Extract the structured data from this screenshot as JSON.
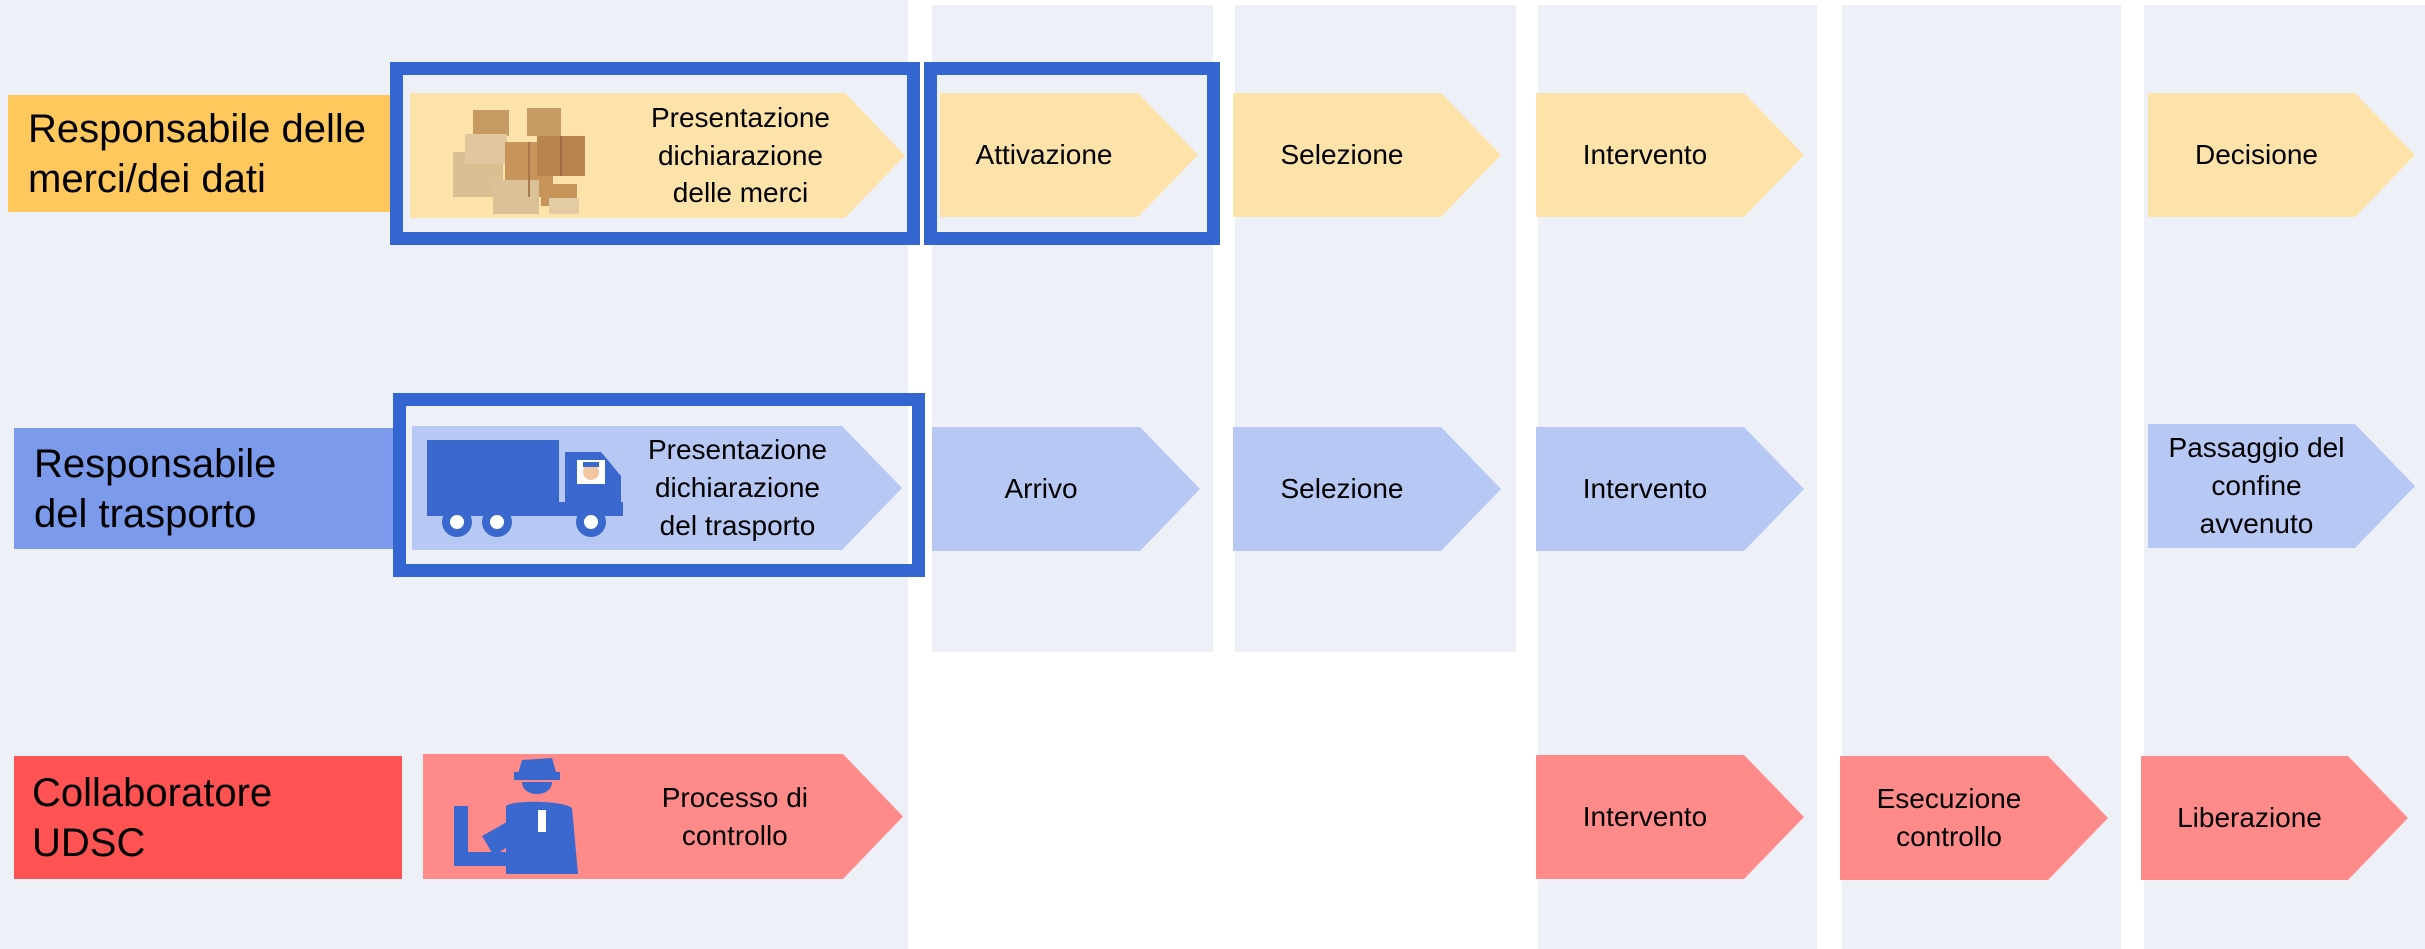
{
  "roles": {
    "goods": "Responsabile delle\nmerci/dei dati",
    "transport": "Responsabile\ndel trasporto",
    "customs": "Collaboratore\nUDSC"
  },
  "goods_row": {
    "declaration": "Presentazione\ndichiarazione\ndelle merci",
    "activation": "Attivazione",
    "selection": "Selezione",
    "intervention": "Intervento",
    "decision": "Decisione"
  },
  "transport_row": {
    "declaration": "Presentazione\ndichiarazione\ndel trasporto",
    "arrival": "Arrivo",
    "selection": "Selezione",
    "intervention": "Intervento",
    "border_passed": "Passaggio del\nconfine\navvenuto"
  },
  "customs_row": {
    "control_process": "Processo di\ncontrollo",
    "intervention": "Intervento",
    "control_execution": "Esecuzione\ncontrollo",
    "release": "Liberazione"
  },
  "colors": {
    "goods": "#ffc85c",
    "transport": "#7b9aeb",
    "customs": "#ff5252",
    "highlight": "#3366d1"
  },
  "icons": {
    "goods": "cardboard-boxes-icon",
    "transport": "truck-icon",
    "customs": "customs-officer-icon"
  }
}
